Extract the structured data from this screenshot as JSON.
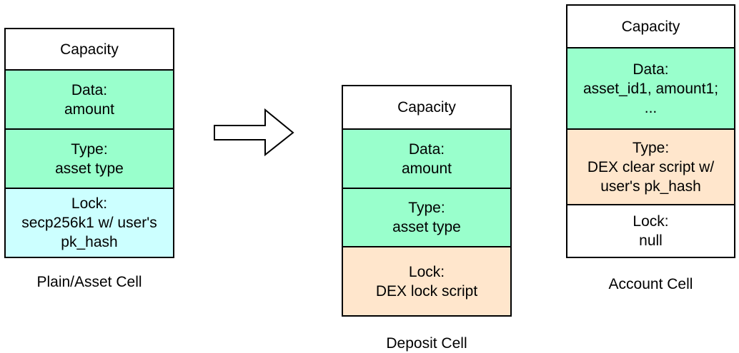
{
  "colors": {
    "white": "#ffffff",
    "green": "#99ffcc",
    "cyan": "#ccffff",
    "peach": "#ffe6cc",
    "stroke": "#000000"
  },
  "plain_cell": {
    "caption": "Plain/Asset Cell",
    "capacity": "Capacity",
    "data": "Data:\namount",
    "type": "Type:\nasset type",
    "lock": "Lock:\nsecp256k1 w/ user's\npk_hash"
  },
  "transition_arrow_icon": "right-arrow-icon",
  "deposit_cell": {
    "caption": "Deposit Cell",
    "capacity": "Capacity",
    "data": "Data:\namount",
    "type": "Type:\nasset type",
    "lock": "Lock:\nDEX lock script"
  },
  "account_cell": {
    "caption": "Account Cell",
    "capacity": "Capacity",
    "data": "Data:\nasset_id1, amount1;\n...",
    "type": "Type:\nDEX clear script w/\nuser's pk_hash",
    "lock": "Lock:\nnull"
  }
}
